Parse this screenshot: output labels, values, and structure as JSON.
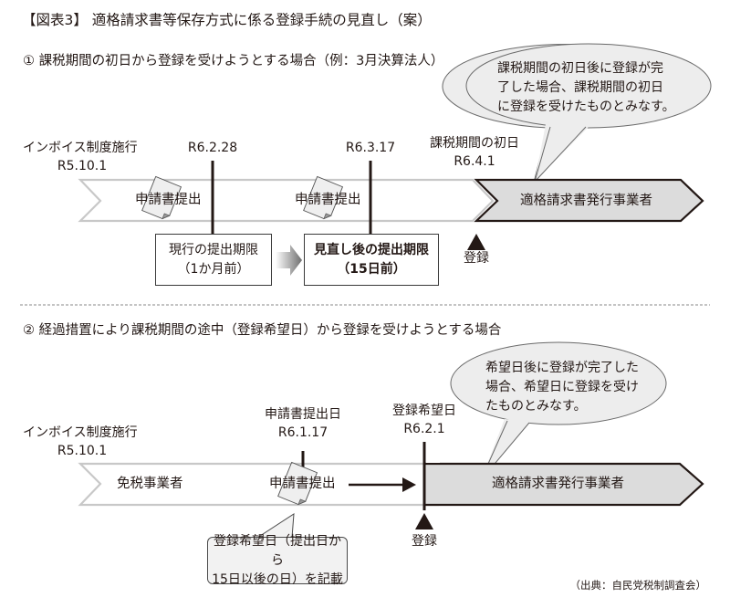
{
  "title": "【図表3】 適格請求書等保存方式に係る登録手続の見直し（案）",
  "colors": {
    "ink": "#231815",
    "band_outline": "#c8c8c8",
    "registered_fill": "#dcdcdc",
    "bubble_fill": "#ededed",
    "paper_fill": "#efefef"
  },
  "section1": {
    "heading": "①  課税期間の初日から登録を受けようとする場合（例：3月決算法人）",
    "start_label": "インボイス制度施行",
    "start_date": "R5.10.1",
    "marker_current": {
      "date": "R6.2.28"
    },
    "marker_revised": {
      "date": "R6.3.17"
    },
    "period_start": {
      "label": "課税期間の初日",
      "date": "R6.4.1"
    },
    "filing_label_1": "申請書提出",
    "filing_label_2": "申請書提出",
    "registered_band": "適格請求書発行事業者",
    "registration_label": "登録",
    "current_box": {
      "line1": "現行の提出期限",
      "line2": "（1か月前）"
    },
    "revised_box": {
      "line1": "見直し後の提出期限",
      "line2": "（15日前）"
    },
    "bubble": {
      "line1": "課税期間の初日後に登録が完",
      "line2": "了した場合、課税期間の初日",
      "line3": "に登録を受けたものとみなす。"
    }
  },
  "section2": {
    "heading": "②  経過措置により課税期間の途中（登録希望日）から登録を受けようとする場合",
    "start_label": "インボイス制度施行",
    "start_date": "R5.10.1",
    "exempt_band": "免税事業者",
    "filing_marker": {
      "label": "申請書提出日",
      "date": "R6.1.17"
    },
    "desired_marker": {
      "label": "登録希望日",
      "date": "R6.2.1"
    },
    "filing_label": "申請書提出",
    "registered_band": "適格請求書発行事業者",
    "registration_label": "登録",
    "note": {
      "line1": "登録希望日（提出日から",
      "line2": "15日以後の日）を記載"
    },
    "bubble": {
      "line1": "希望日後に登録が完了した",
      "line2": "場合、希望日に登録を受け",
      "line3": "たものとみなす。"
    }
  },
  "source": "（出典：自民党税制調査会）"
}
